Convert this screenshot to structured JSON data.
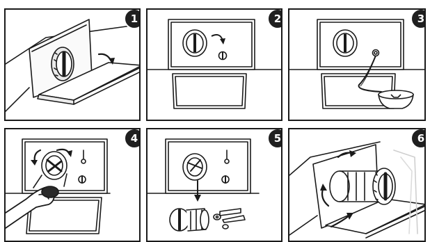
{
  "steps": [
    {
      "number": "1"
    },
    {
      "number": "2"
    },
    {
      "number": "3"
    },
    {
      "number": "4"
    },
    {
      "number": "5"
    },
    {
      "number": "6"
    }
  ],
  "colors": {
    "line": "#1a1a1a",
    "badge": "#1f1f1f",
    "background": "#ffffff"
  }
}
